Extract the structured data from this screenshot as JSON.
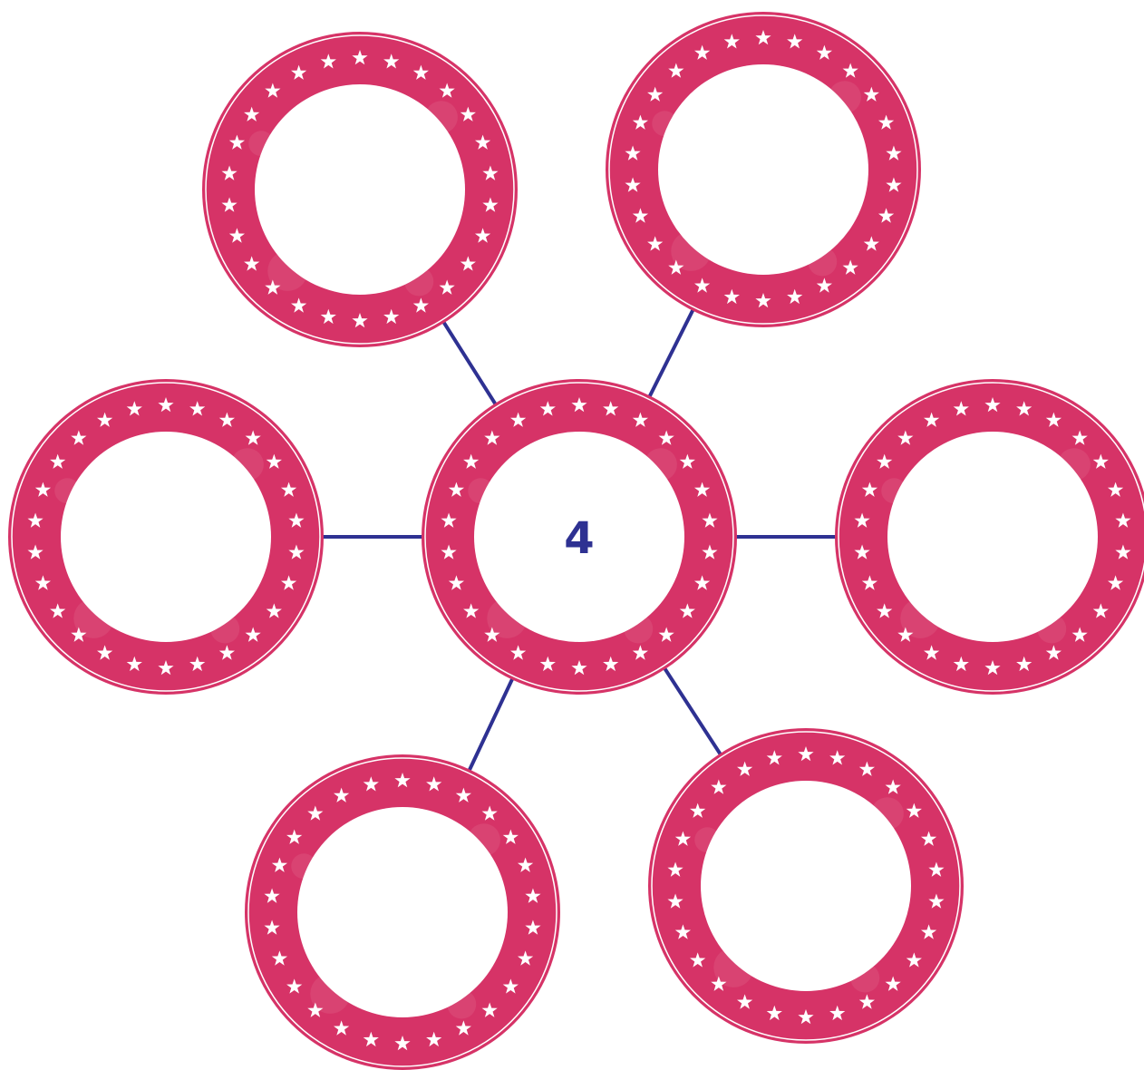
{
  "diagram": {
    "center_node": {
      "label": "4"
    },
    "outer_nodes": [
      {
        "id": "top-left",
        "label": ""
      },
      {
        "id": "top-right",
        "label": ""
      },
      {
        "id": "left",
        "label": ""
      },
      {
        "id": "right",
        "label": ""
      },
      {
        "id": "bottom-left",
        "label": ""
      },
      {
        "id": "bottom-right",
        "label": ""
      }
    ],
    "colors": {
      "ring": "#d63367",
      "ring_outline": "#ffffff",
      "star": "#ffffff",
      "connector": "#2e3192",
      "label": "#2e3192",
      "background": "#ffffff"
    },
    "icons": {
      "ring_decoration": "star-icon"
    }
  }
}
